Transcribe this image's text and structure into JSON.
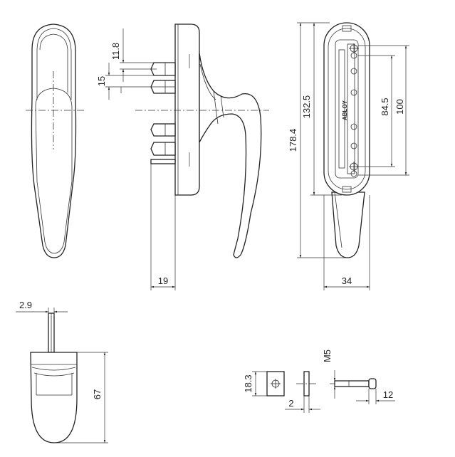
{
  "drawing": {
    "brand_mark": "ABLOY",
    "dimensions": {
      "d_11_8": "11.8",
      "d_15": "15",
      "d_132_5": "132.5",
      "d_178_4": "178.4",
      "d_84_5": "84.5",
      "d_100": "100",
      "d_19": "19",
      "d_34": "34",
      "d_2_9": "2.9",
      "d_67": "67",
      "d_18_3": "18.3",
      "d_m5": "M5",
      "d_2": "2",
      "d_12": "12"
    }
  }
}
